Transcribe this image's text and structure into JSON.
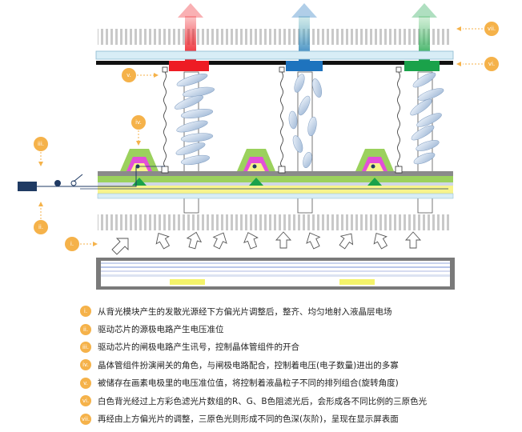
{
  "colors": {
    "red": "#ee1c24",
    "blue": "#1e73be",
    "green": "#1aa24a",
    "callout": "#f5b24a",
    "glass": "#d8edf6",
    "tft_green": "#9bd15d",
    "tft_magenta": "#e34fd8",
    "tft_yellow": "#f7f48c",
    "driver": "#1f3a63"
  },
  "icons": [
    "arrow-up-icon",
    "liquid-crystal-icon",
    "electrode-icon",
    "switch-icon"
  ],
  "callouts": [
    "i.",
    "ii.",
    "iii.",
    "iv.",
    "v.",
    "vi.",
    "vii."
  ],
  "legend": [
    {
      "badge": "i.",
      "text": "从背光模块产生的发散光源经下方偏光片调整后，整齐、均匀地射入液晶层电场"
    },
    {
      "badge": "ii.",
      "text": "驱动芯片的源极电路产生电压准位"
    },
    {
      "badge": "iii.",
      "text": "驱动芯片的闸极电路产生讯号，控制晶体管组件的开合"
    },
    {
      "badge": "iv.",
      "text": "晶体管组件扮演闸关的角色，与闸极电路配合，控制着电压(电子数量)进出的多寡"
    },
    {
      "badge": "v.",
      "text": "被储存在画素电极里的电压准位值，将控制着液晶粒子不同的排列组合(旋转角度)"
    },
    {
      "badge": "vi.",
      "text": "白色背光经过上方彩色滤光片数组的R、G、B色阻滤光后，会形成各不同比例的三原色光"
    },
    {
      "badge": "vii.",
      "text": "再经由上方偏光片的调整，三原色光则形成不同的色深(灰阶)，呈现在显示屏表面"
    }
  ]
}
